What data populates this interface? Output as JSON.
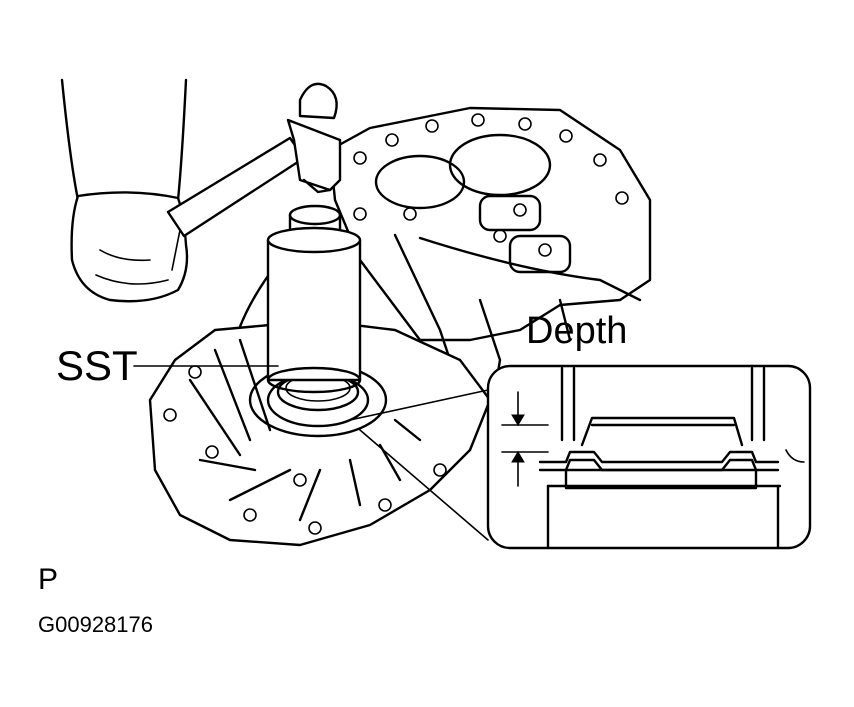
{
  "labels": {
    "tool": "SST",
    "inset": "Depth",
    "view": "P",
    "figure_code": "G00928176"
  }
}
